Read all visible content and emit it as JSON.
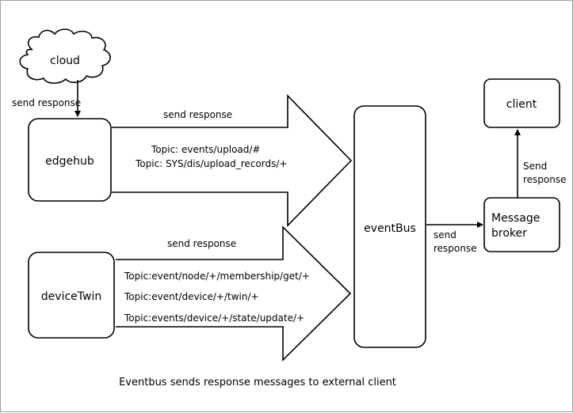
{
  "nodes": {
    "cloud": "cloud",
    "edgehub": "edgehub",
    "devicetwin": "deviceTwin",
    "eventbus": "eventBus",
    "message_broker": [
      "Message",
      "broker"
    ],
    "client": "client"
  },
  "edges": {
    "cloud_to_edgehub": "send response",
    "edgehub_to_eventbus": {
      "label": "send response",
      "topics": [
        "Topic: events/upload/#",
        "Topic: SYS/dis/upload_records/+"
      ]
    },
    "devicetwin_to_eventbus": {
      "label": "send response",
      "topics": [
        "Topic:event/node/+/membership/get/+",
        "Topic:event/device/+/twin/+",
        "Topic:events/device/+/state/update/+"
      ]
    },
    "eventbus_to_broker": [
      "send",
      "response"
    ],
    "broker_to_client": [
      "Send",
      "response"
    ]
  },
  "caption": "Eventbus sends response messages to external client"
}
